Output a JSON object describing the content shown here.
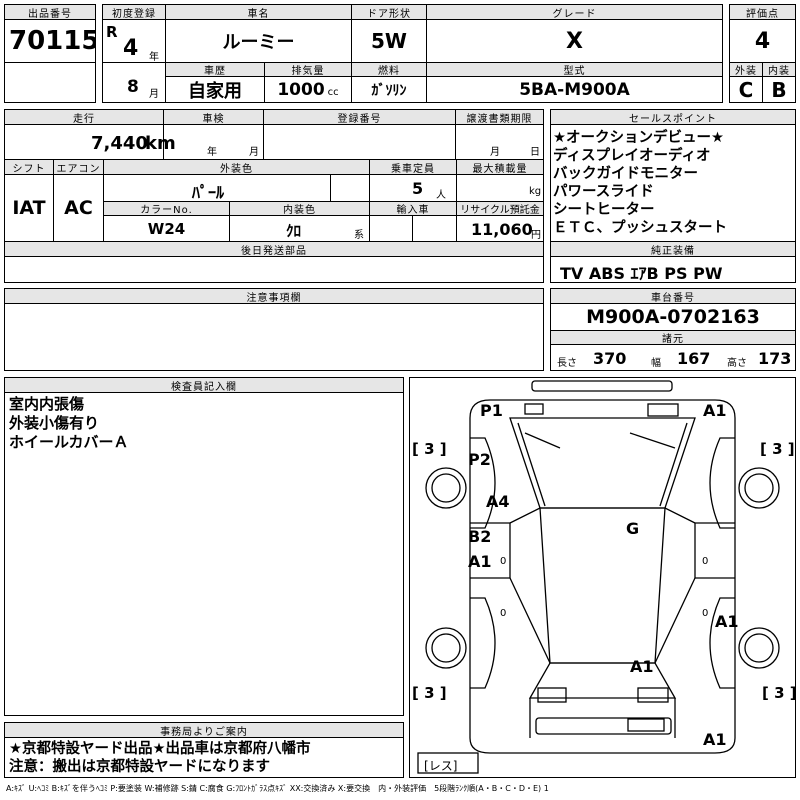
{
  "top": {
    "lot_number_label": "出品番号",
    "lot_number": "70115",
    "first_reg_label": "初度登録",
    "era": "R",
    "year_value": "4",
    "year_unit": "年",
    "month_value": "8",
    "month_unit": "月",
    "car_name_label": "車名",
    "car_name": "ルーミー",
    "door_label": "ドア形状",
    "door": "5W",
    "grade_label": "グレード",
    "grade": "X",
    "score_label": "評価点",
    "score": "4",
    "history_label": "車歴",
    "history": "自家用",
    "displacement_label": "排気量",
    "displacement": "1000",
    "displacement_unit": "cc",
    "fuel_label": "燃料",
    "fuel": "ｶﾞｿﾘﾝ",
    "model_label": "型式",
    "model": "5BA-M900A",
    "exterior_label": "外装",
    "exterior_grade": "C",
    "interior_label": "内装",
    "interior_grade": "B"
  },
  "second": {
    "mileage_label": "走行",
    "mileage": "7,440",
    "mileage_unit": "km",
    "inspection_label": "車検",
    "inspection_year_unit": "年",
    "inspection_month_unit": "月",
    "reg_no_label": "登録番号",
    "transfer_label": "譲渡書類期限",
    "transfer_month_unit": "月",
    "transfer_day_unit": "日",
    "shift_label": "シフト",
    "shift": "IAT",
    "ac_label": "エアコン",
    "ac": "AC",
    "ext_color_label": "外装色",
    "ext_color": "ﾊﾟｰﾙ",
    "capacity_label": "乗車定員",
    "capacity": "5",
    "capacity_unit": "人",
    "max_load_label": "最大積載量",
    "max_load_unit": "kg",
    "color_no_label": "カラーNo.",
    "color_no": "W24",
    "int_color_label": "内装色",
    "int_color": "ｸﾛ",
    "int_color_unit": "系",
    "import_label": "輸入車",
    "recycle_label": "リサイクル預託金",
    "recycle": "11,060",
    "recycle_unit": "円",
    "later_parts_label": "後日発送部品"
  },
  "sales_points": {
    "label": "セールスポイント",
    "items": [
      "★オークションデビュー★",
      "ディスプレイオーディオ",
      "バックガイドモニター",
      "パワースライド",
      "シートヒーター",
      "ＥＴＣ、プッシュスタート"
    ]
  },
  "equipment": {
    "label": "純正装備",
    "value": "TV ABS ｴｱB PS PW"
  },
  "notes": {
    "label": "注意事項欄"
  },
  "chassis": {
    "label": "車台番号",
    "value": "M900A-0702163",
    "spec_label": "諸元",
    "length_label": "長さ",
    "length": "370",
    "width_label": "幅",
    "width": "167",
    "height_label": "高さ",
    "height": "173"
  },
  "inspector": {
    "label": "検査員記入欄",
    "lines": [
      "室内内張傷",
      "外装小傷有り",
      "ホイールカバーＡ"
    ]
  },
  "diagram": {
    "marks": {
      "p1": "P1",
      "a1_front": "A1",
      "p2": "P2",
      "a4": "A4",
      "b2": "B2",
      "a1_left": "A1",
      "g": "G",
      "a1_right": "A1",
      "a1_rear": "A1",
      "a1_bottom": "A1"
    },
    "tire_fl": "3",
    "tire_fr": "3",
    "tire_rl": "3",
    "tire_rr": "3",
    "spare_label": "レス"
  },
  "office": {
    "label": "事務局よりご案内",
    "line1": "★京都特設ヤード出品★出品車は京都府八幡市",
    "line2": "注意：搬出は京都特設ヤードになります"
  },
  "legend": "A:ｷｽﾞ U:ﾍｺﾐ B:ｷｽﾞを伴うﾍｺﾐ P:要塗装 W:補修跡 S:錆 C:腐食 G:ﾌﾛﾝﾄｶﾞﾗｽ点ｷｽﾞ XX:交換済み X:要交換　内・外装評価　5段階ﾗﾝｸ順(A・B・C・D・E) 1"
}
